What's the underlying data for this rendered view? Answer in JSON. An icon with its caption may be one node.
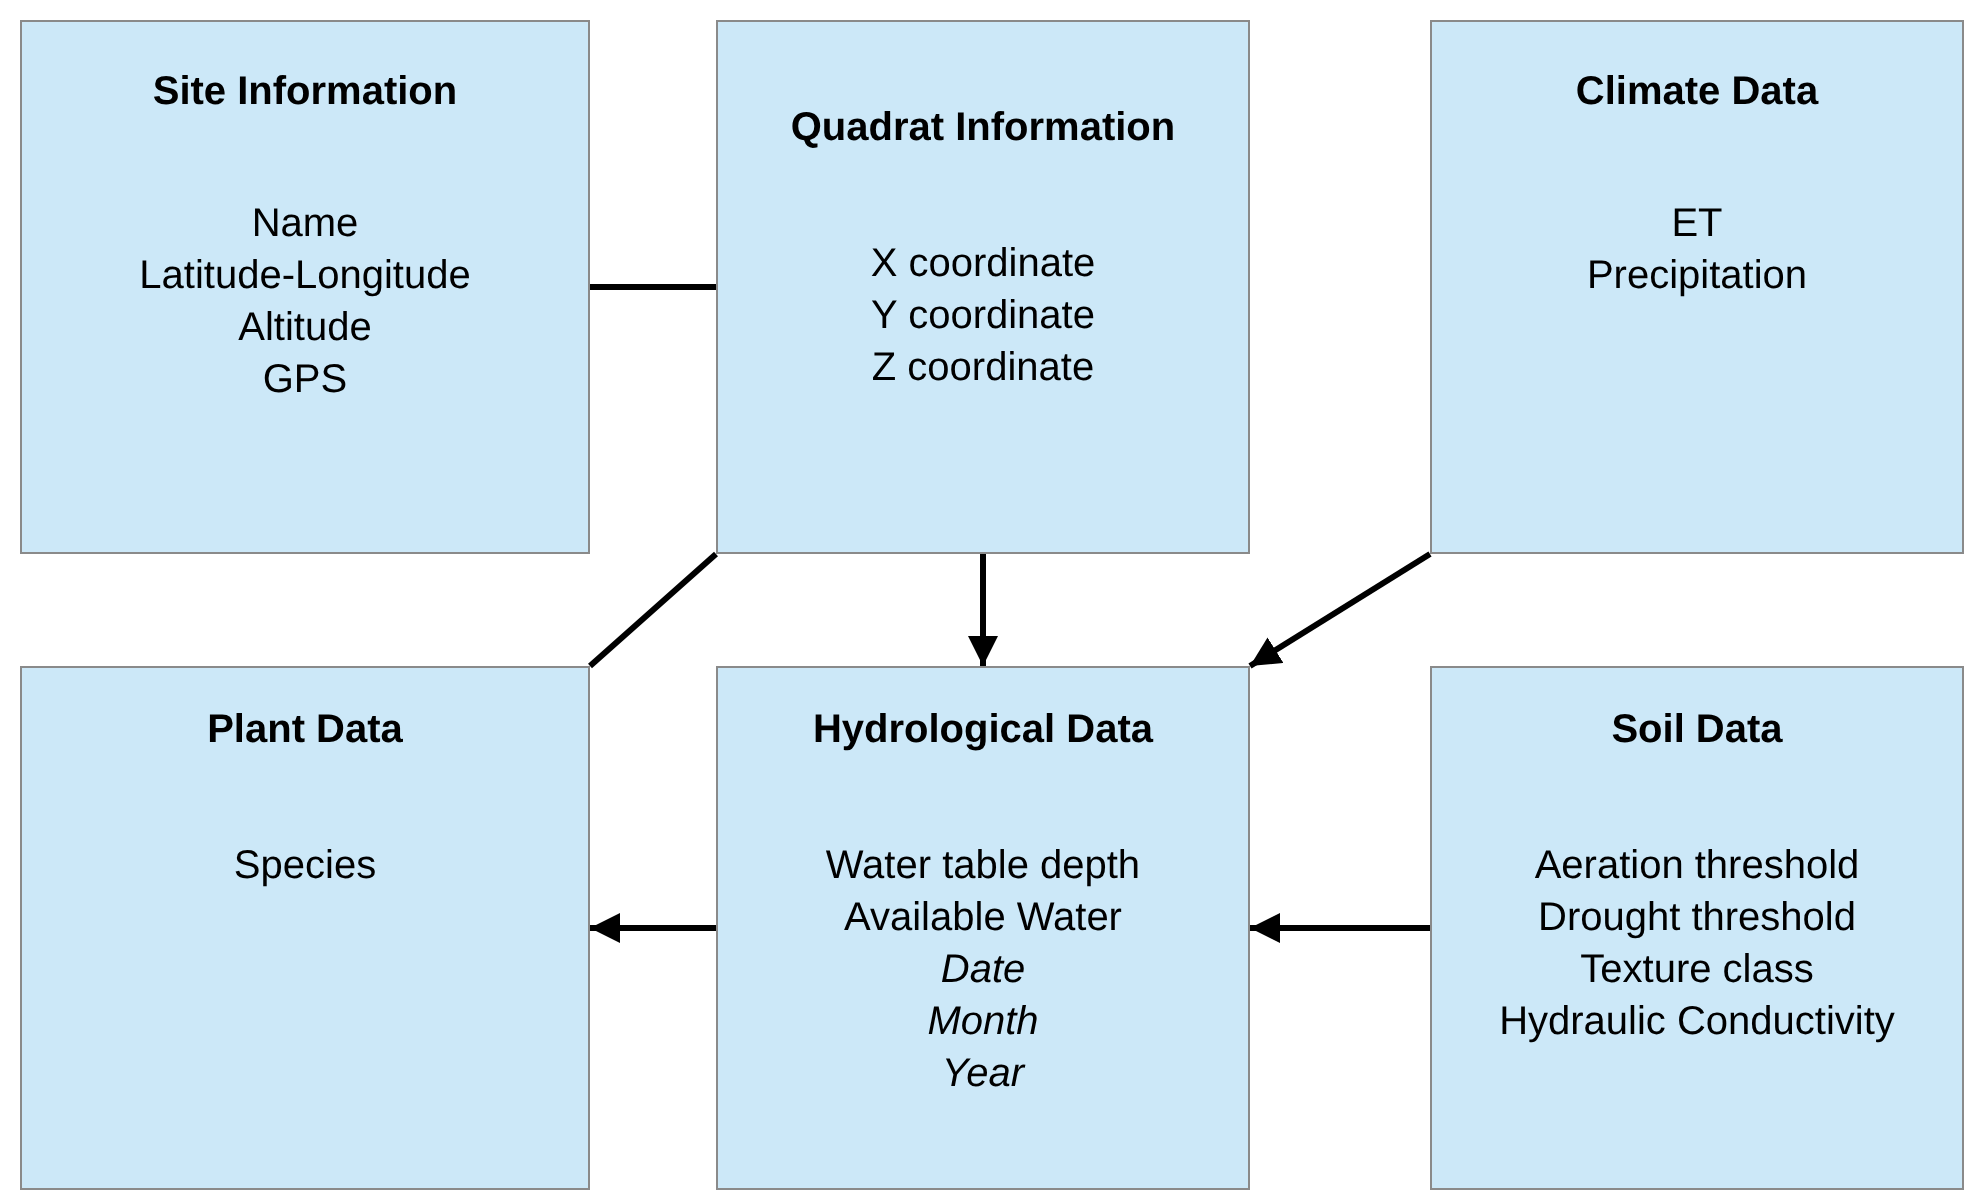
{
  "diagram": {
    "nodes": [
      {
        "text": [
          "Site Information",
          "Name",
          "Latitude-Longitude",
          "Altitude",
          "GPS"
        ]
      },
      {
        "text": [
          "Quadrat Information",
          "X coordinate",
          "Y coordinate",
          "Z coordinate"
        ]
      },
      {
        "text": [
          "Climate Data",
          "ET",
          "Precipitation"
        ]
      },
      {
        "text": [
          "Plant Data",
          "Species"
        ]
      },
      {
        "text": [
          "Hydrological Data",
          "Water table depth",
          "Available Water",
          "*Date*",
          "*Month*",
          "*Year*"
        ]
      },
      {
        "text": [
          "Soil Data",
          "Aeration threshold",
          "Drought threshold",
          "Texture class",
          "Hydraulic Conductivity"
        ]
      }
    ],
    "edges": [
      {
        "from": 0,
        "to": 1,
        "arrow": "none"
      },
      {
        "from": 1,
        "to": 3,
        "arrow": "none"
      },
      {
        "from": 1,
        "to": 4,
        "arrow": "to"
      },
      {
        "from": 2,
        "to": 4,
        "arrow": "to"
      },
      {
        "from": 4,
        "to": 3,
        "arrow": "to"
      },
      {
        "from": 5,
        "to": 4,
        "arrow": "to"
      }
    ]
  }
}
